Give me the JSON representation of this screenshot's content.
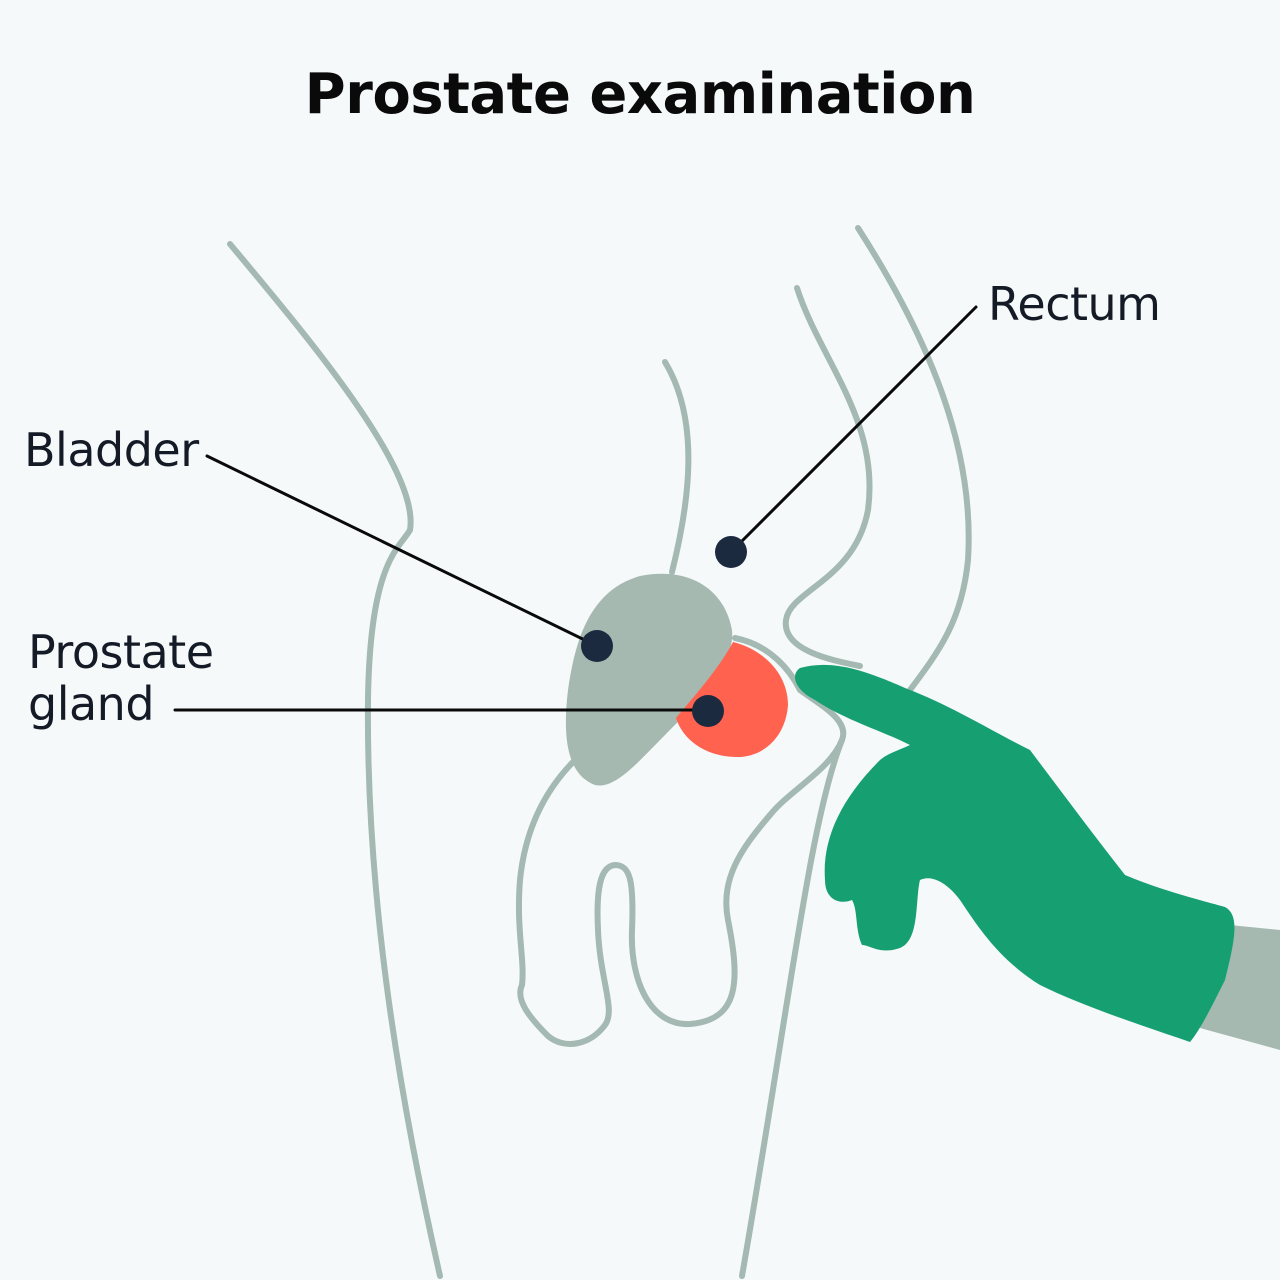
{
  "title": "Prostate examination",
  "labels": {
    "bladder": "Bladder",
    "prostate_line1": "Prostate",
    "prostate_line2": "gland",
    "rectum": "Rectum"
  },
  "colors": {
    "background": "#f6f9fa",
    "outline": "#a3b9b1",
    "bladder": "#a5b9b1",
    "prostate": "#ff6350",
    "glove": "#16a072",
    "sleeve": "#a5b9b1",
    "marker": "#1c2a40",
    "leader": "#0a0a0a"
  }
}
